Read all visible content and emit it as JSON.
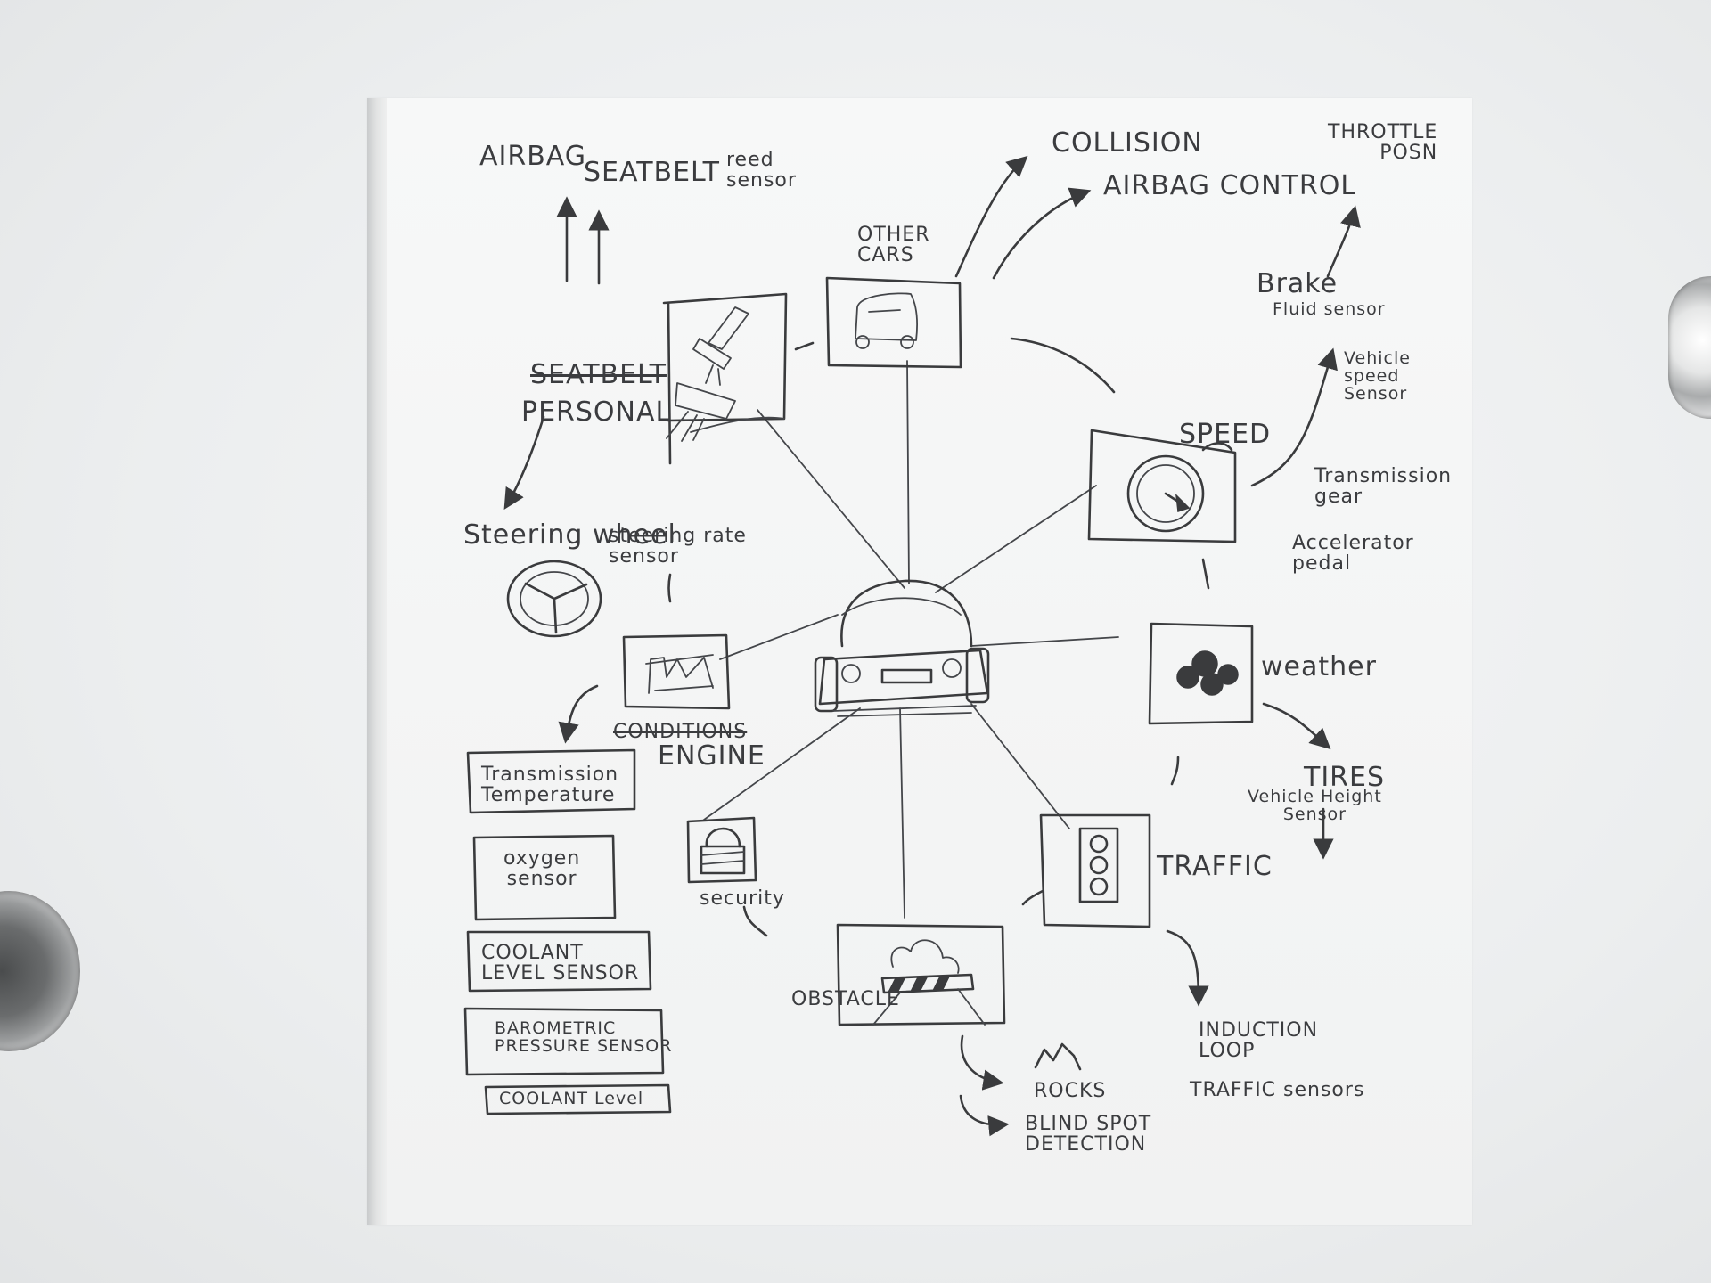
{
  "labels": {
    "airbag": "AIRBAG",
    "seatbelt": "SEATBELT",
    "reed_sensor": "reed\nsensor",
    "collision": "COLLISION",
    "airbag_control": "AIRBAG CONTROL",
    "throttle_pos": "THROTTLE\nPOSN",
    "other_cars": "OTHER\nCARS",
    "brake_fluid": "Brake",
    "fluid_sensor": "Fluid sensor",
    "vehicle_speed_sensor": "Vehicle\nspeed\nSensor",
    "seatbelt_struck": "SEATBELT",
    "personal": "PERSONAL",
    "speed": "SPEED",
    "transmission_gear": "Transmission\ngear",
    "accelerator_pedal": "Accelerator\npedal",
    "steering_wheel": "Steering wheel",
    "steering_rate_sensor": "steering rate\nsensor",
    "weather": "weather",
    "engine_struck": "CONDITIONS",
    "engine": "ENGINE",
    "tires": "TIRES",
    "vehicle_height_sensor": "Vehicle Height\nSensor",
    "transmission_temperature": "Transmission\nTemperature",
    "security": "security",
    "traffic": "TRAFFIC",
    "oxygen_sensor": "oxygen\nsensor",
    "coolant_level_sensor": "COOLANT\nLEVEL SENSOR",
    "obstacle": "OBSTACLE",
    "induction_loop": "INDUCTION\nLOOP",
    "traffic_sensors": "TRAFFIC sensors",
    "barometric_pressure_sensor": "BAROMETRIC\nPRESSURE SENSOR",
    "rocks": "ROCKS",
    "coolant_level": "COOLANT Level",
    "blind_spot_detection": "BLIND SPOT\nDETECTION"
  },
  "colors": {
    "ink": "#3a3b3d",
    "paper": "#f4f5f5",
    "board": "#e9ebec"
  }
}
